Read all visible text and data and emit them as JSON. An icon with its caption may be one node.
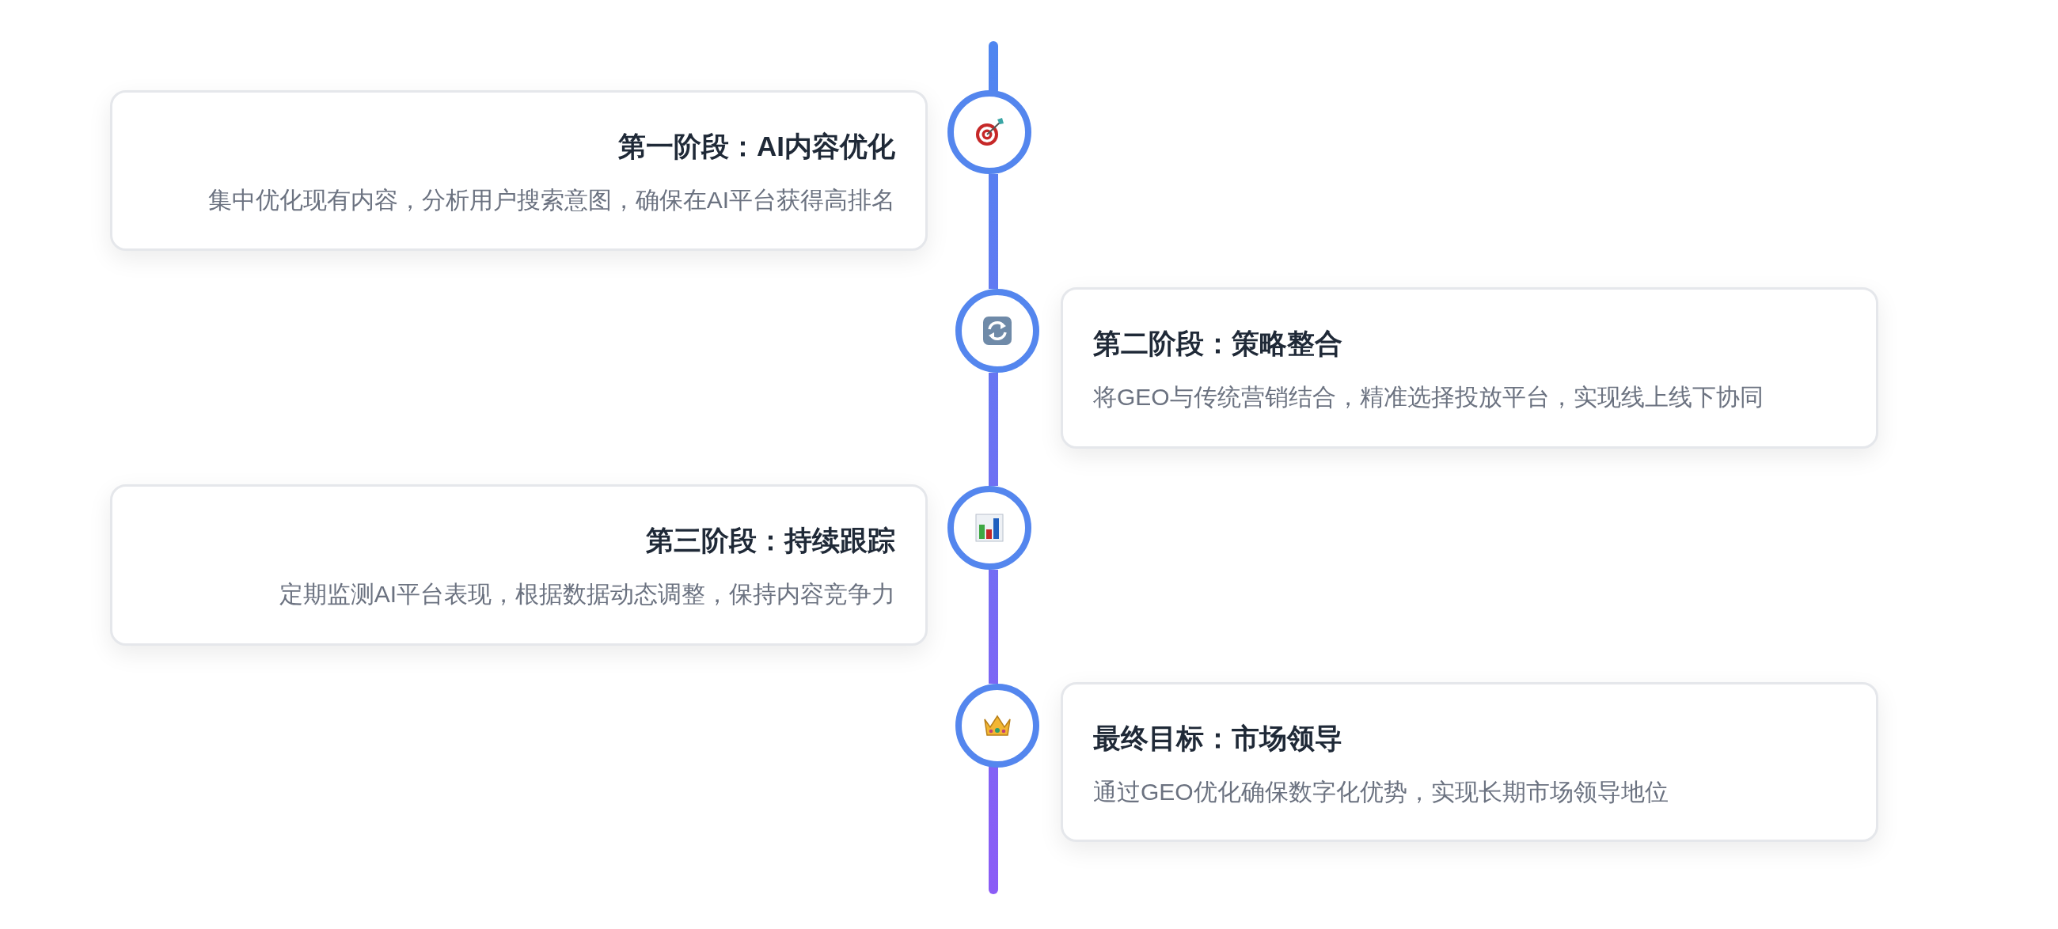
{
  "diagram": {
    "nodes": [
      {
        "text": [],
        "shape": "circle"
      },
      {
        "text": [
          "第一阶段：AI内容优化",
          "集中优化现有内容，分析用户搜索意图，确保在AI平台获得高排名"
        ]
      },
      {
        "text": [],
        "shape": "circle"
      },
      {
        "text": [
          "第二阶段：策略整合",
          "将GEO与传统营销结合，精准选择投放平台，实现线上线下协同"
        ]
      },
      {
        "text": [],
        "shape": "circle"
      },
      {
        "text": [
          "第三阶段：持续跟踪",
          "定期监测AI平台表现，根据数据动态调整，保持内容竞争力"
        ]
      },
      {
        "text": [],
        "shape": "circle"
      },
      {
        "text": [
          "最终目标：市场领导",
          "通过GEO优化确保数字化优势，实现长期市场领导地位"
        ]
      }
    ],
    "edges": [
      {
        "from": 0,
        "to": 2,
        "arrow": "none"
      },
      {
        "from": 2,
        "to": 4,
        "arrow": "none"
      },
      {
        "from": 4,
        "to": 6,
        "arrow": "none"
      }
    ]
  }
}
